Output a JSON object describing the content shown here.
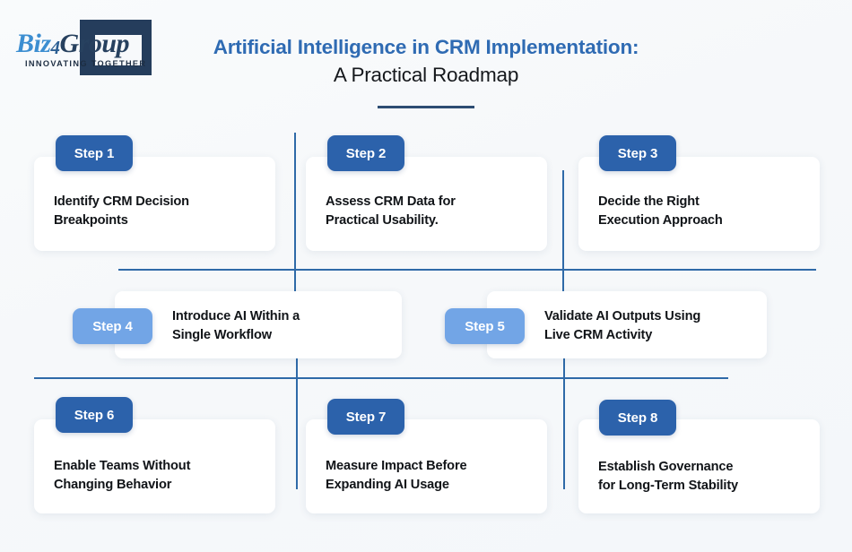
{
  "header": {
    "logo": {
      "word_biz": "Biz",
      "word_four": "4",
      "word_group": "Group",
      "tagline": "INNOVATING TOGETHER"
    },
    "title_line1": "Artificial Intelligence in CRM Implementation:",
    "title_line2": "A Practical Roadmap"
  },
  "colors": {
    "badge_dark": "#2c62ab",
    "badge_light": "#72a5e6",
    "title_accent": "#2f6bb3",
    "connector": "#2f6aa8",
    "logo_navy": "#253d5c",
    "background": "#f7f9fb"
  },
  "steps": [
    {
      "badge": "Step 1",
      "title": "Identify CRM Decision\nBreakpoints",
      "style": "dark"
    },
    {
      "badge": "Step 2",
      "title": "Assess CRM Data for\nPractical Usability.",
      "style": "dark"
    },
    {
      "badge": "Step 3",
      "title": "Decide the Right\nExecution Approach",
      "style": "dark"
    },
    {
      "badge": "Step 4",
      "title": "Introduce AI Within a\nSingle Workflow",
      "style": "light"
    },
    {
      "badge": "Step 5",
      "title": "Validate AI Outputs Using\nLive CRM Activity",
      "style": "light"
    },
    {
      "badge": "Step 6",
      "title": "Enable Teams Without\nChanging Behavior",
      "style": "dark"
    },
    {
      "badge": "Step 7",
      "title": "Measure Impact Before\nExpanding AI Usage",
      "style": "dark"
    },
    {
      "badge": "Step 8",
      "title": "Establish Governance\nfor Long-Term Stability",
      "style": "dark"
    }
  ]
}
